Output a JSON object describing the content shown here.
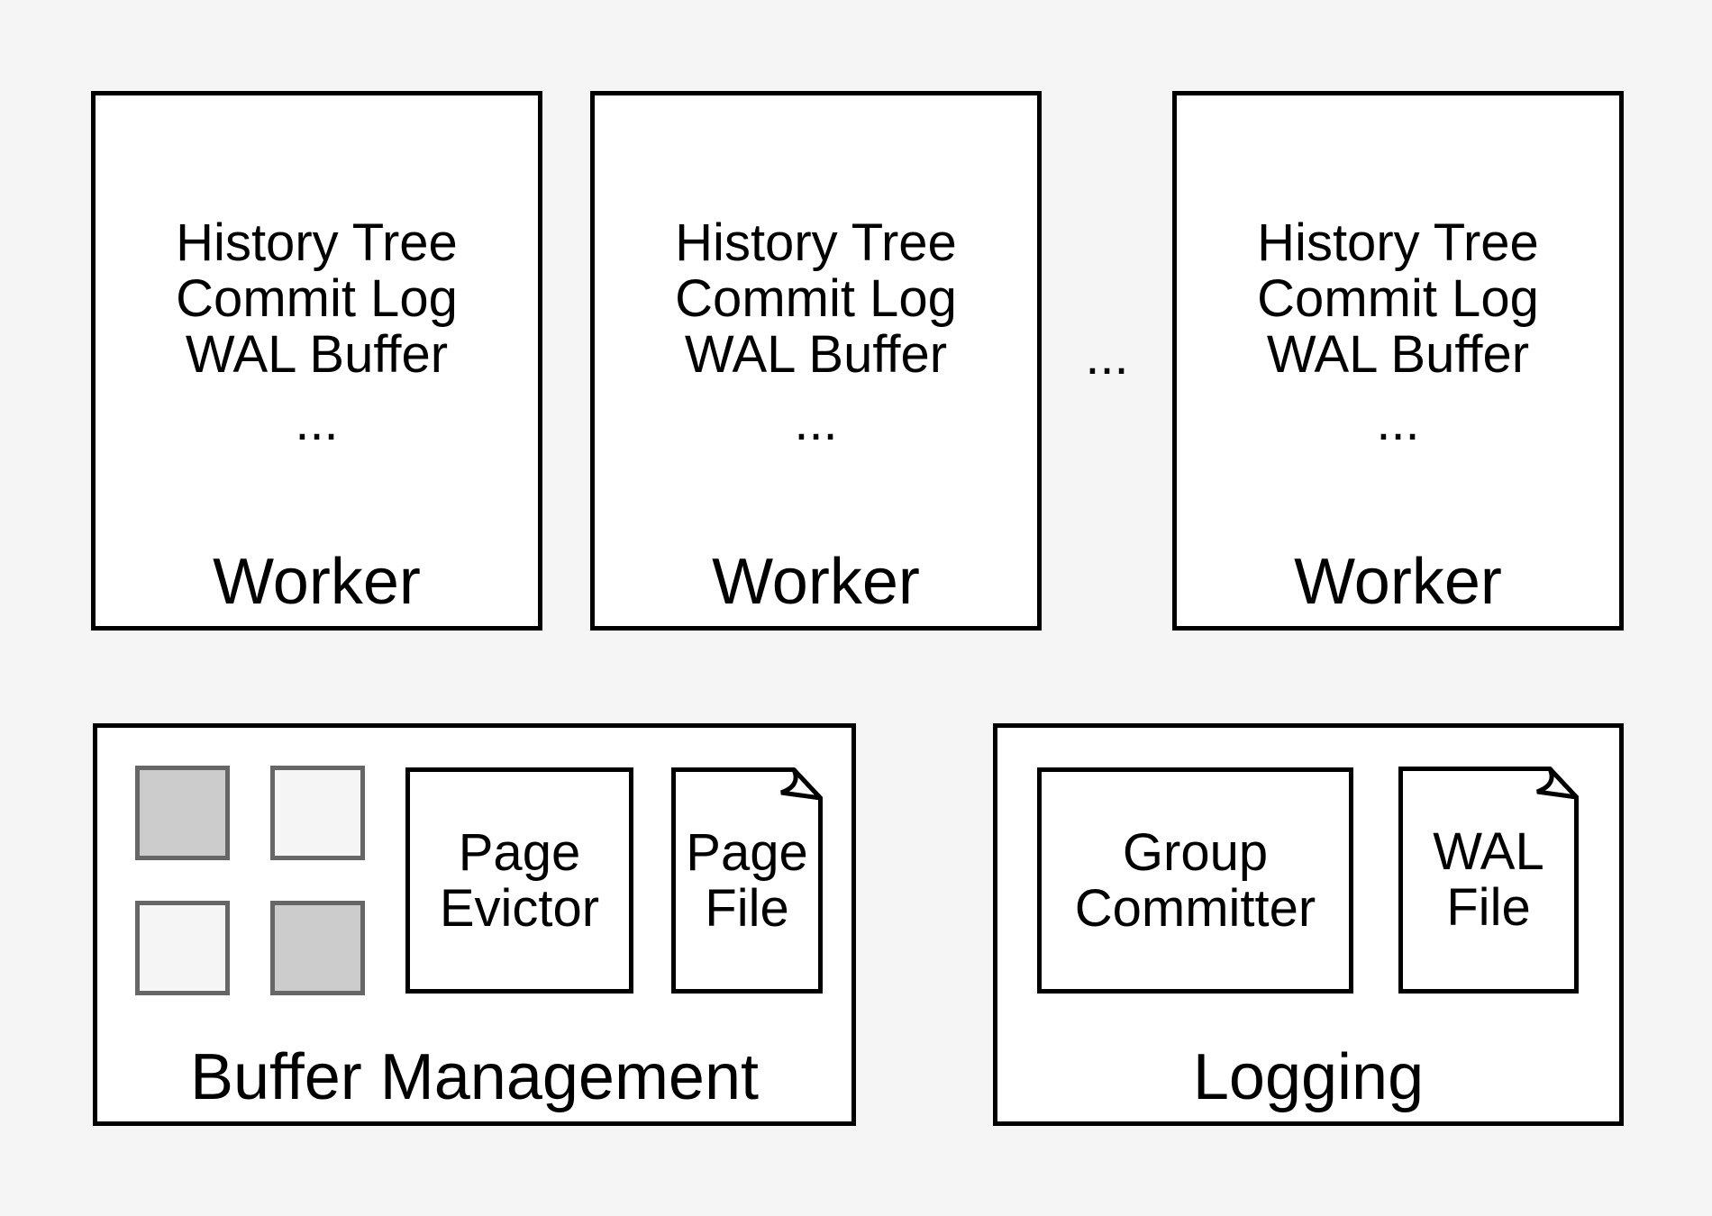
{
  "colors": {
    "background": "#f5f5f5",
    "box_fill": "#ffffff",
    "border": "#000000",
    "square_filled": "#cccccc",
    "square_empty": "#f5f5f5",
    "square_border": "#666666"
  },
  "workers": {
    "separator_ellipsis": "...",
    "items": [
      {
        "lines": "History Tree\nCommit Log\nWAL Buffer",
        "more": "...",
        "label": "Worker"
      },
      {
        "lines": "History Tree\nCommit Log\nWAL Buffer",
        "more": "...",
        "label": "Worker"
      },
      {
        "lines": "History Tree\nCommit Log\nWAL Buffer",
        "more": "...",
        "label": "Worker"
      }
    ]
  },
  "buffer_management": {
    "label": "Buffer Management",
    "page_evictor_label": "Page\nEvictor",
    "page_file_label": "Page\nFile",
    "squares": [
      {
        "state": "filled"
      },
      {
        "state": "empty"
      },
      {
        "state": "empty"
      },
      {
        "state": "filled"
      }
    ]
  },
  "logging": {
    "label": "Logging",
    "group_committer_label": "Group\nCommitter",
    "wal_file_label": "WAL\nFile"
  }
}
